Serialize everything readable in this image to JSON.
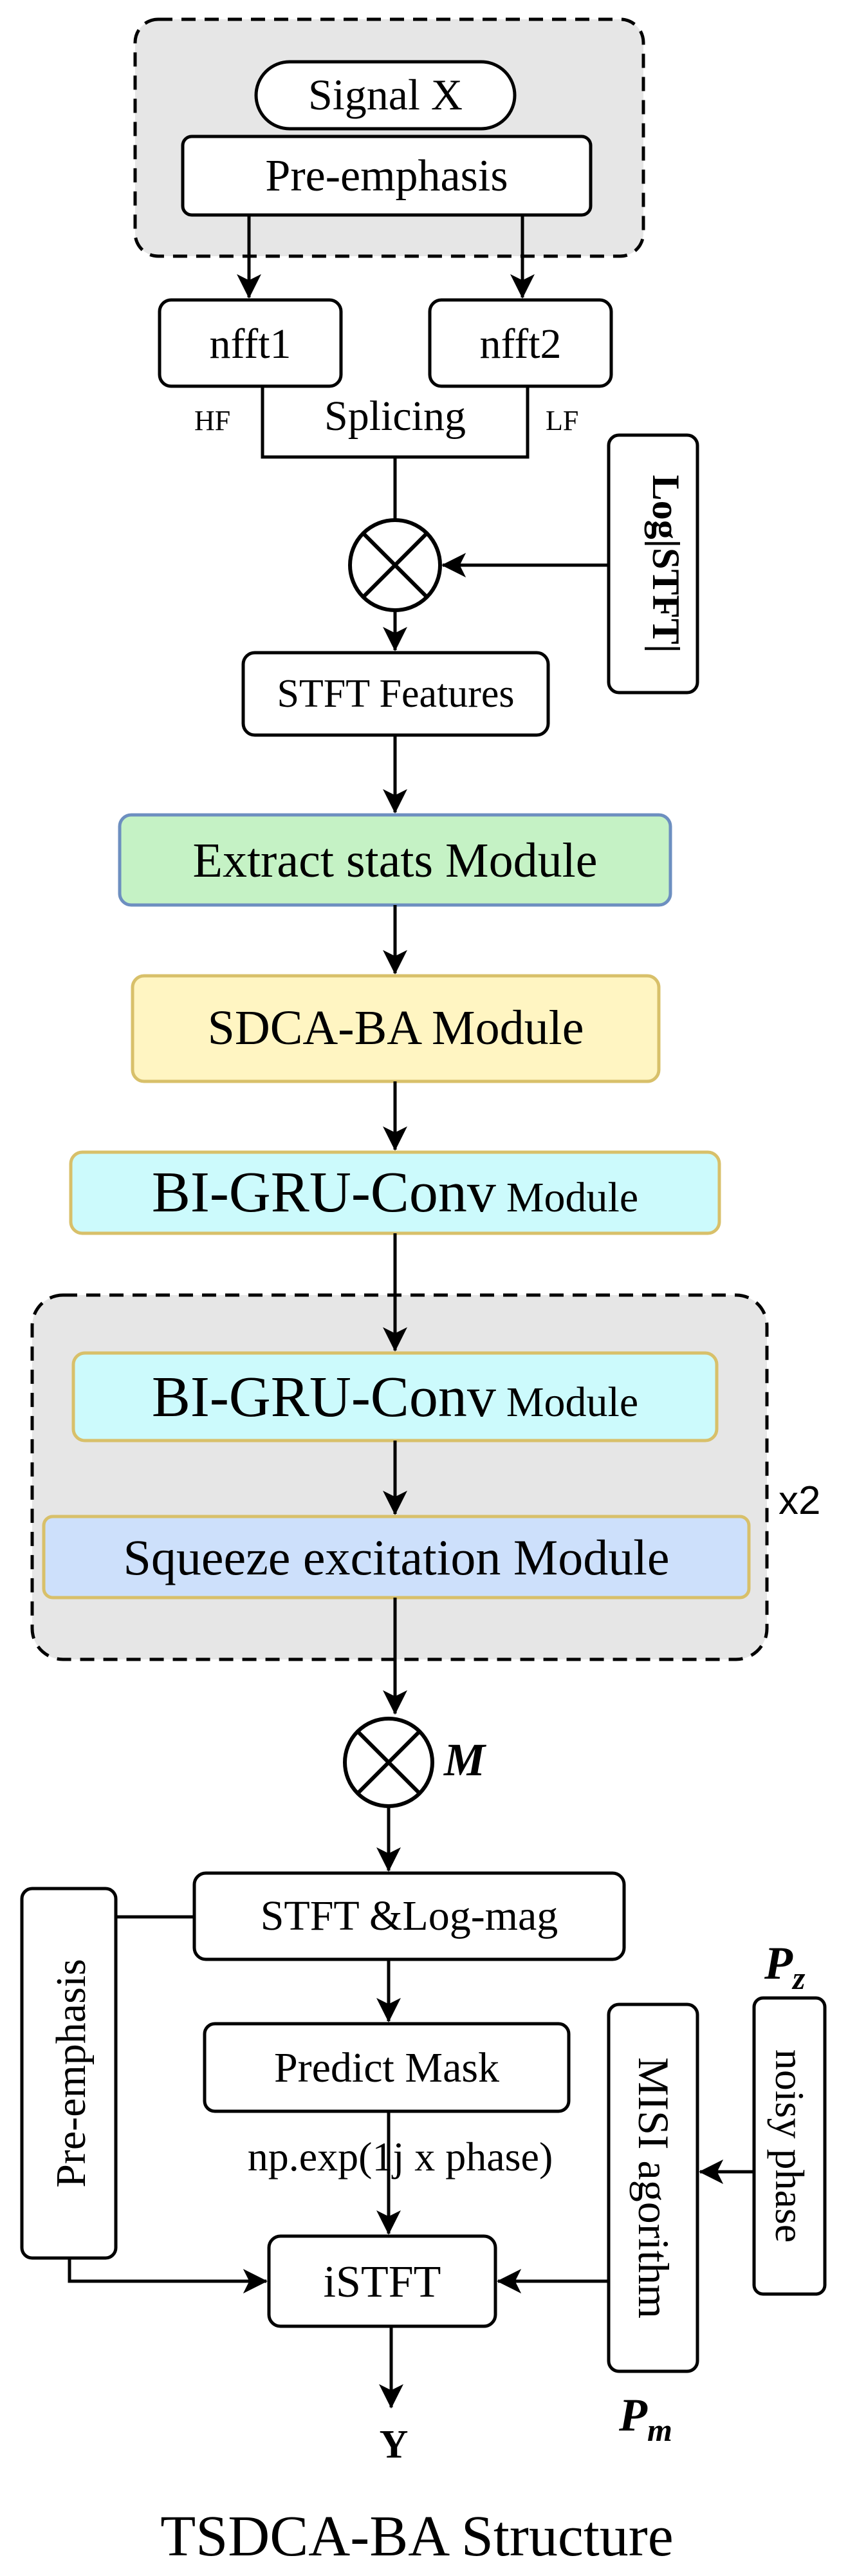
{
  "nodes": {
    "signal_x": "Signal X",
    "pre_emphasis_top": "Pre-emphasis",
    "nfft1": "nfft1",
    "nfft2": "nfft2",
    "hf": "HF",
    "lf": "LF",
    "splicing": "Splicing",
    "log_stft": "Log|STFT|",
    "stft_features": "STFT Features",
    "extract_stats": "Extract stats Module",
    "sdca_ba": "SDCA-BA Module",
    "bigru1_main": "BI-GRU-Conv",
    "bigru1_sub": "Module",
    "bigru2_main": "BI-GRU-Conv",
    "bigru2_sub": "Module",
    "squeeze": "Squeeze excitation Module",
    "repeat": "x2",
    "mask_symbol": "M",
    "stft_logmag": "STFT &Log-mag",
    "pre_emphasis_side": "Pre-emphasis",
    "predict_mask": "Predict Mask",
    "np_exp": "np.exp(1j  x phase)",
    "istft": "iSTFT",
    "misi": "MISI agorithm",
    "noisy_phase": "noisy phase",
    "pz_main": "P",
    "pz_sub": "z",
    "pm_main": "P",
    "pm_sub": "m",
    "output": "Y"
  },
  "caption": "TSDCA-BA Structure",
  "colors": {
    "group_fill": "#e6e6e6",
    "extract_fill": "#c5f2c5",
    "extract_border": "#6d8fc0",
    "sdca_fill": "#fff5c2",
    "sdca_border": "#d8c06a",
    "bigru_fill": "#ccfafc",
    "bigru_border": "#d8c06a",
    "squeeze_fill": "#cde0fb",
    "squeeze_border": "#d8c06a",
    "stroke": "#000000"
  }
}
